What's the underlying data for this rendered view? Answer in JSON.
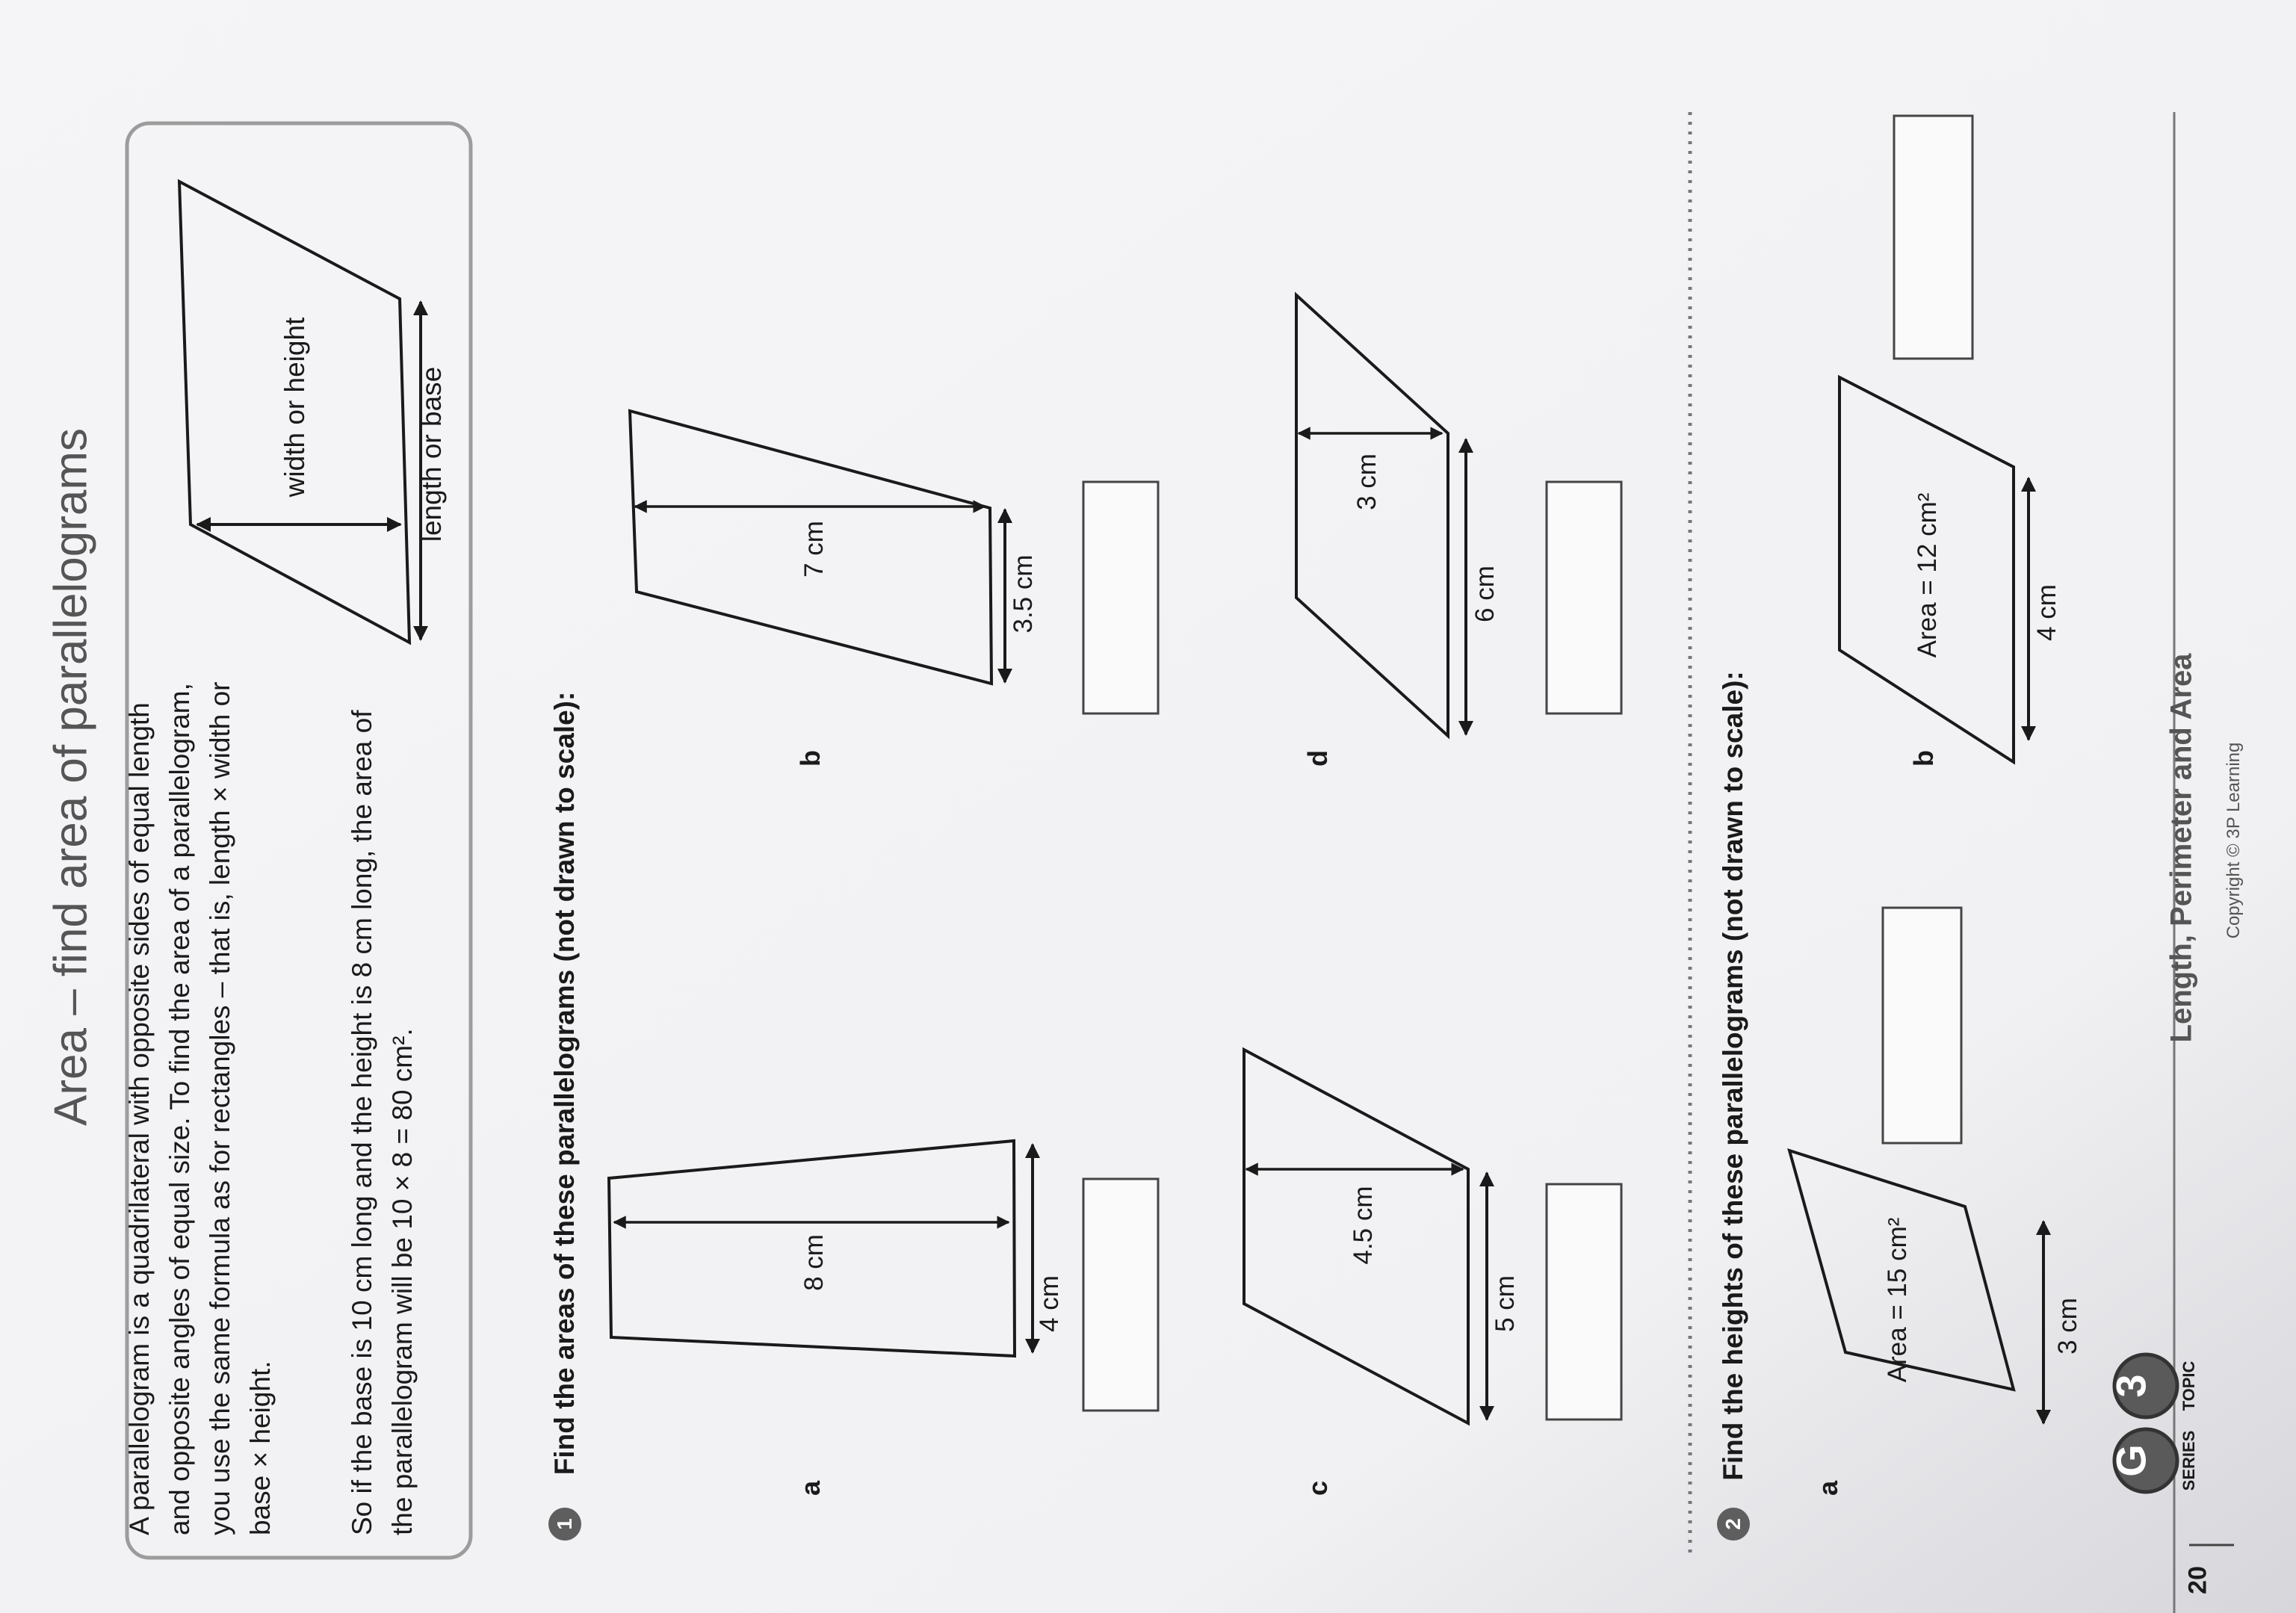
{
  "page": {
    "title": "Area – find area of parallelograms",
    "number": "20"
  },
  "info": {
    "paragraph1": "A parallelogram is a quadrilateral with opposite sides of equal length and opposite angles of equal size. To find the area of a parallelogram, you use the same formula as for rectangles – that is, length × width or base × height.",
    "paragraph2": "So if the base is 10 cm long and the height is 8 cm long, the area of the parallelogram will be 10 × 8 = 80 cm².",
    "diagram": {
      "height_label": "width or height",
      "base_label": "length or base"
    }
  },
  "question1": {
    "number": "1",
    "text": "Find the areas of these parallelograms (not drawn to scale):",
    "items": [
      {
        "letter": "a",
        "height": "8 cm",
        "base": "4 cm",
        "answer": ""
      },
      {
        "letter": "b",
        "height": "7 cm",
        "base": "3.5 cm",
        "answer": ""
      },
      {
        "letter": "c",
        "height": "4.5 cm",
        "base": "5 cm",
        "answer": ""
      },
      {
        "letter": "d",
        "height": "3 cm",
        "base": "6 cm",
        "answer": ""
      }
    ]
  },
  "question2": {
    "number": "2",
    "text": "Find the heights of these parallelograms (not drawn to scale):",
    "items": [
      {
        "letter": "a",
        "area": "Area = 15 cm²",
        "base": "3 cm",
        "answer": ""
      },
      {
        "letter": "b",
        "area": "Area = 12 cm²",
        "base": "4 cm",
        "answer": ""
      }
    ]
  },
  "footer": {
    "series_letter": "G",
    "series_label": "SERIES",
    "topic_number": "3",
    "topic_label": "TOPIC",
    "topic_title": "Length, Perimeter and Area",
    "copyright": "Copyright © 3P Learning"
  }
}
